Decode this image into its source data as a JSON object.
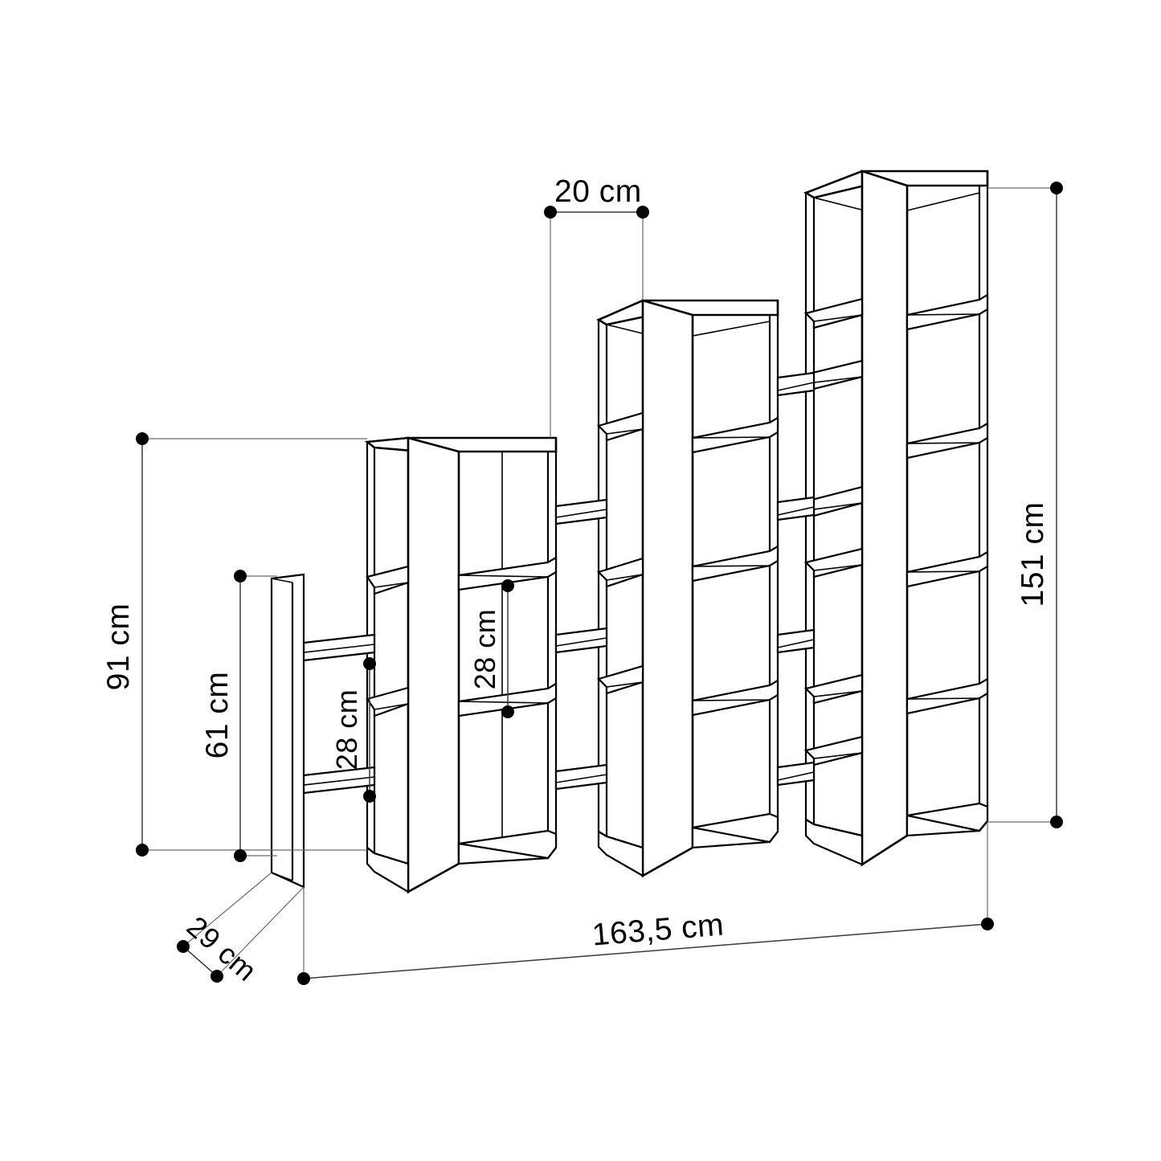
{
  "drawing": {
    "title": "Bookshelf Unit Technical Dimension Drawing",
    "units": "cm",
    "background_color": "#ffffff",
    "line_color": "#000000",
    "dimension_line_color": "#3a3a3a"
  },
  "dimensions": {
    "depth_top": {
      "label": "20 cm",
      "value": 20,
      "orientation": "horizontal",
      "describes": "unit depth at top"
    },
    "height_tall": {
      "label": "151 cm",
      "value": 151,
      "orientation": "vertical-rotated",
      "describes": "tallest column height"
    },
    "height_mid": {
      "label": "91 cm",
      "value": 91,
      "orientation": "vertical-rotated",
      "describes": "middle module height"
    },
    "height_low": {
      "label": "61 cm",
      "value": 61,
      "orientation": "vertical-rotated",
      "describes": "low panel height"
    },
    "shelf_gap_left": {
      "label": "28 cm",
      "value": 28,
      "orientation": "vertical-rotated",
      "describes": "shelf spacing left bay"
    },
    "shelf_gap_right": {
      "label": "28 cm",
      "value": 28,
      "orientation": "vertical-rotated",
      "describes": "shelf spacing right bay"
    },
    "depth_bottom": {
      "label": "29 cm",
      "value": 29,
      "orientation": "diagonal",
      "describes": "overall depth"
    },
    "total_width": {
      "label": "163,5 cm",
      "value": 163.5,
      "orientation": "diagonal",
      "describes": "overall width"
    }
  },
  "modules": [
    {
      "name": "side-panel",
      "description": "thin standalone vertical side panel at far left"
    },
    {
      "name": "low-module",
      "description": "left low bookshelf module with open bays"
    },
    {
      "name": "mid-module",
      "description": "middle height bookshelf column"
    },
    {
      "name": "tall-module",
      "description": "right tallest bookshelf column"
    }
  ]
}
